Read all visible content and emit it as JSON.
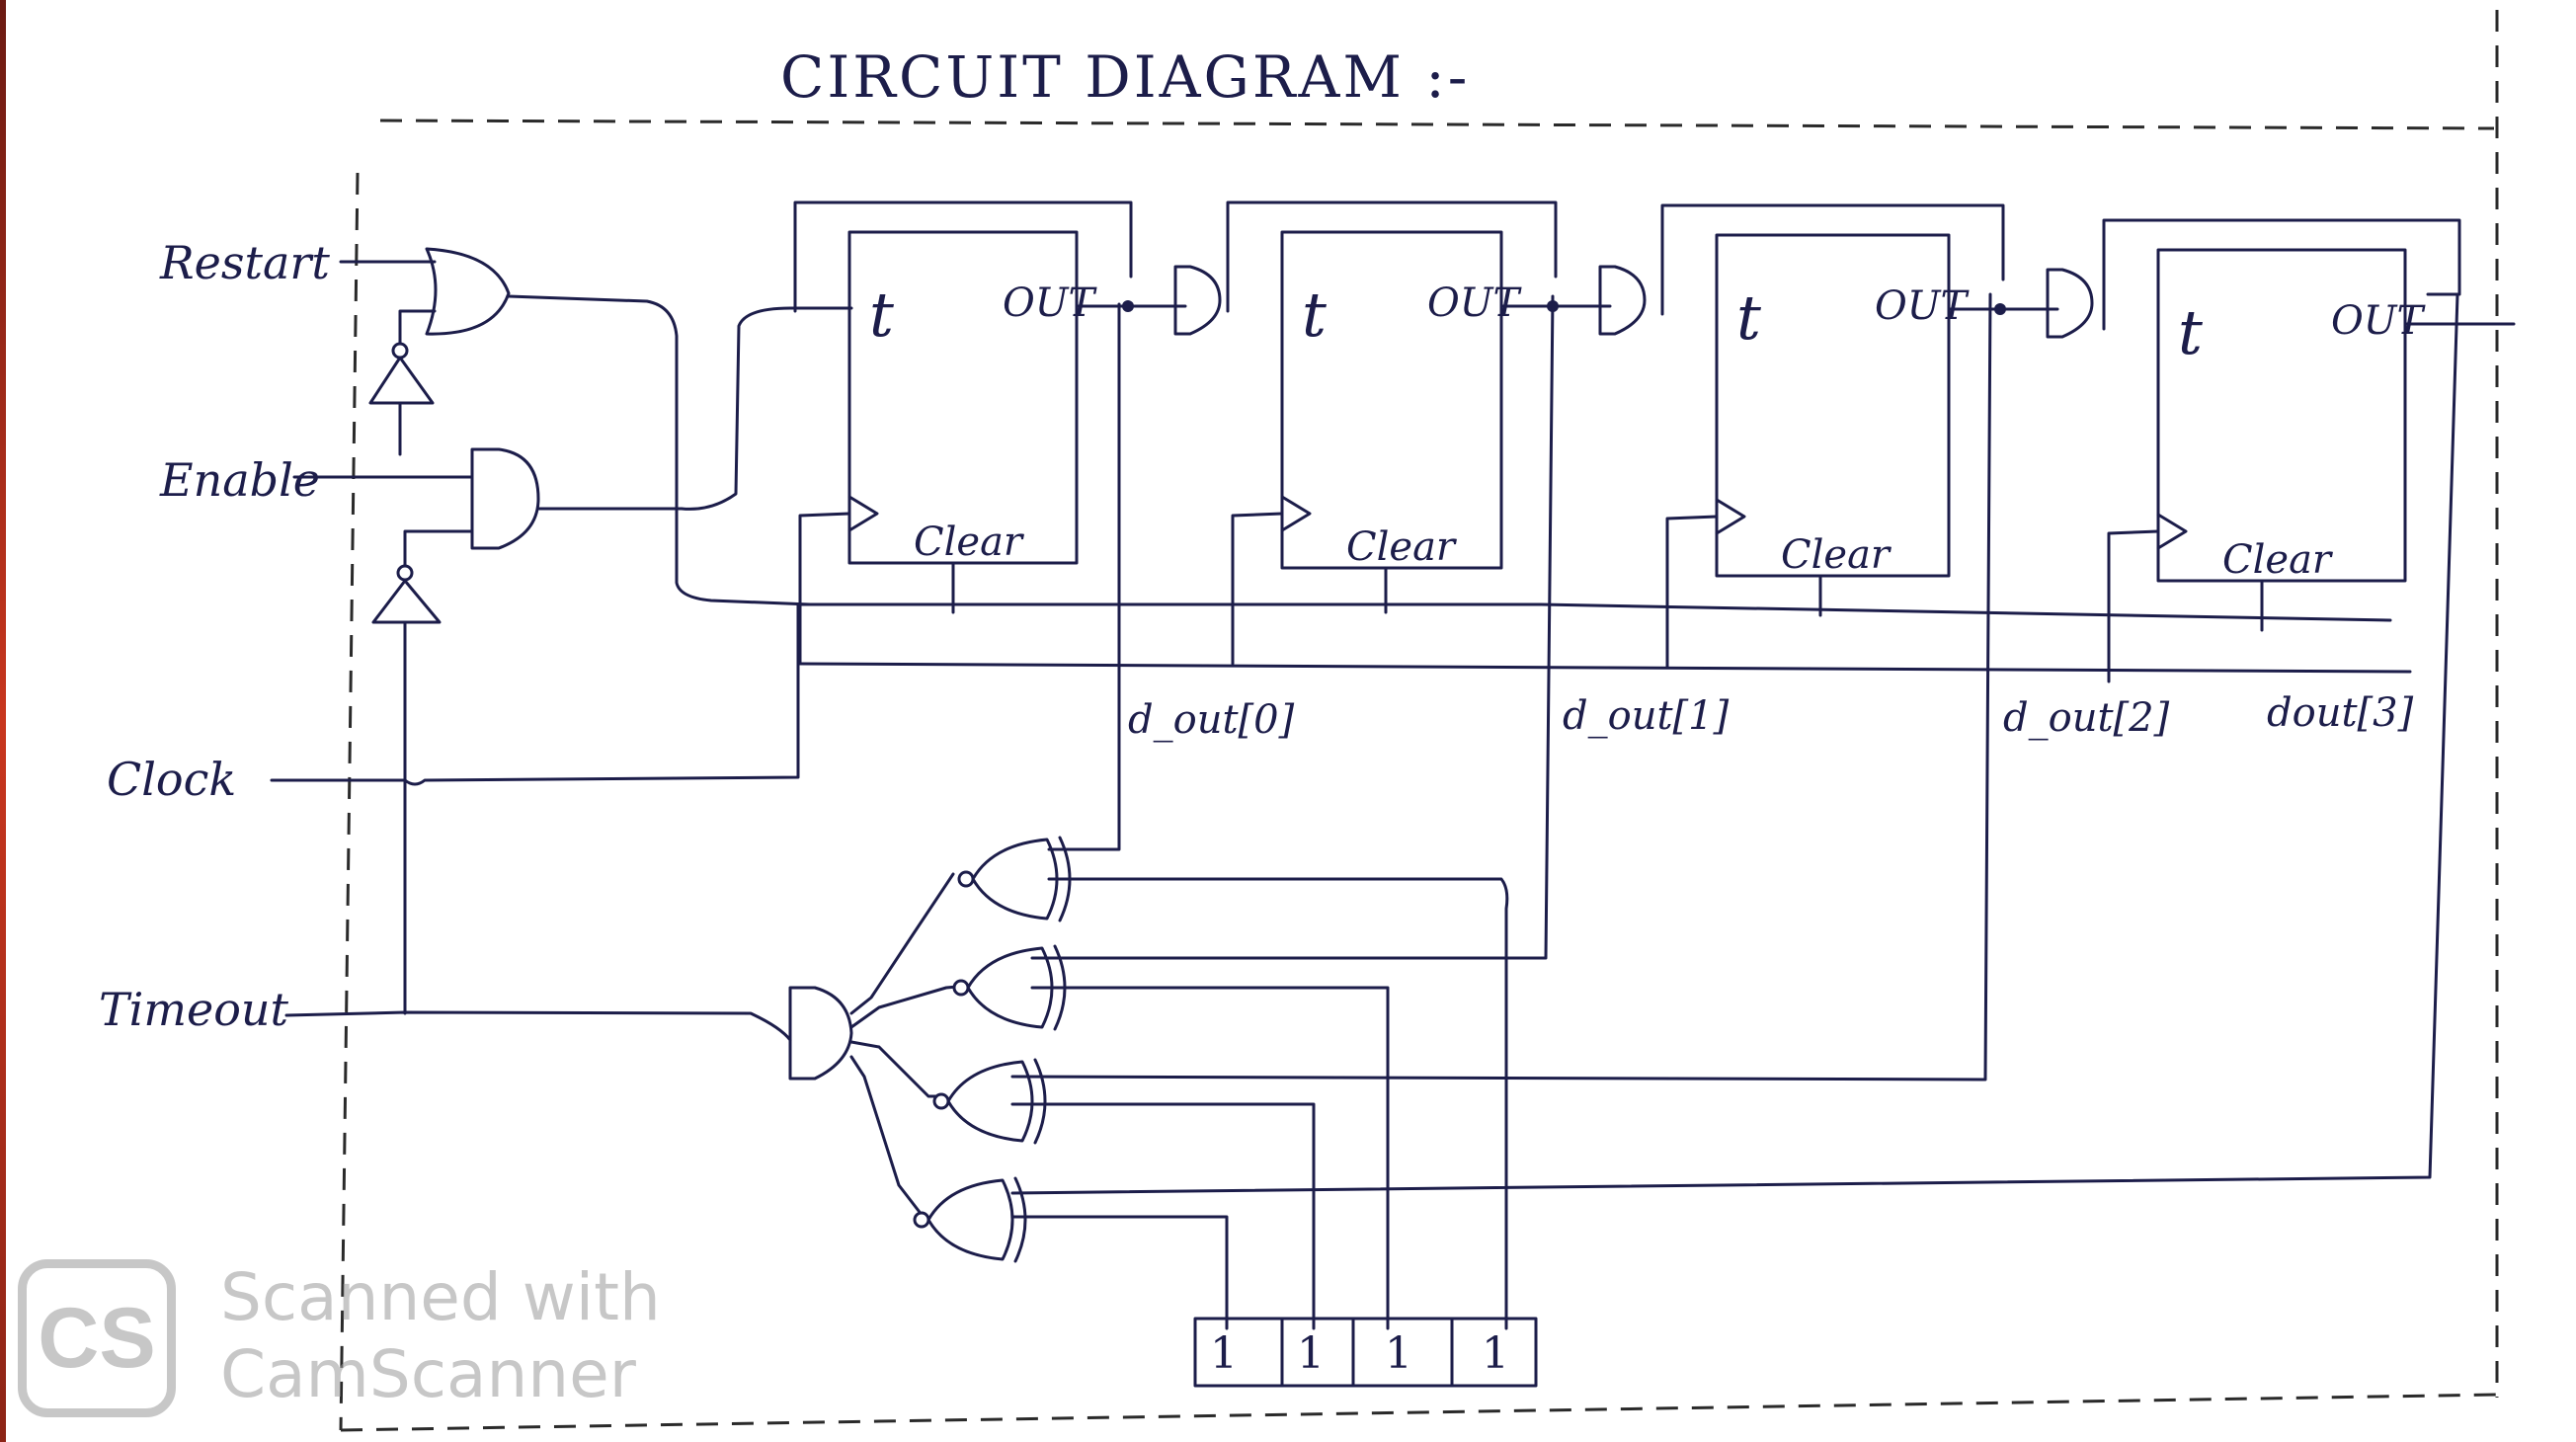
{
  "title": "CIRCUIT DIAGRAM :-",
  "inputs": {
    "restart": "Restart",
    "enable": "Enable",
    "clock": "Clock",
    "timeout": "Timeout"
  },
  "flip_flop": {
    "t_label": "t",
    "out_label": "OUT",
    "clear_label": "Clear"
  },
  "outputs": [
    "d_out[0]",
    "d_out[1]",
    "d_out[2]",
    "dout[3]"
  ],
  "constant_bits": [
    "1",
    "1",
    "1",
    "1"
  ],
  "watermark": {
    "logo": "CS",
    "line1": "Scanned with",
    "line2": "CamScanner"
  },
  "colors": {
    "ink": "#1c1d4a",
    "watermark": "#9a9a9a"
  }
}
